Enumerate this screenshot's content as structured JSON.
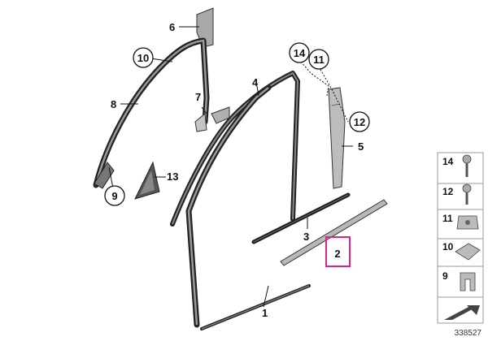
{
  "diagram_number": "338527",
  "callouts": {
    "c1": "1",
    "c2": "2",
    "c3": "3",
    "c4": "4",
    "c5": "5",
    "c6": "6",
    "c7": "7",
    "c8": "8",
    "c9": "9",
    "c10": "10",
    "c11": "11",
    "c12": "12",
    "c13": "13",
    "c14": "14"
  },
  "legend": [
    "14",
    "12",
    "11",
    "10",
    "9"
  ],
  "highlighted_part": "2",
  "colors": {
    "highlight": "#e0218a",
    "part_fill": "#b5b5b5",
    "outline": "#222222"
  }
}
